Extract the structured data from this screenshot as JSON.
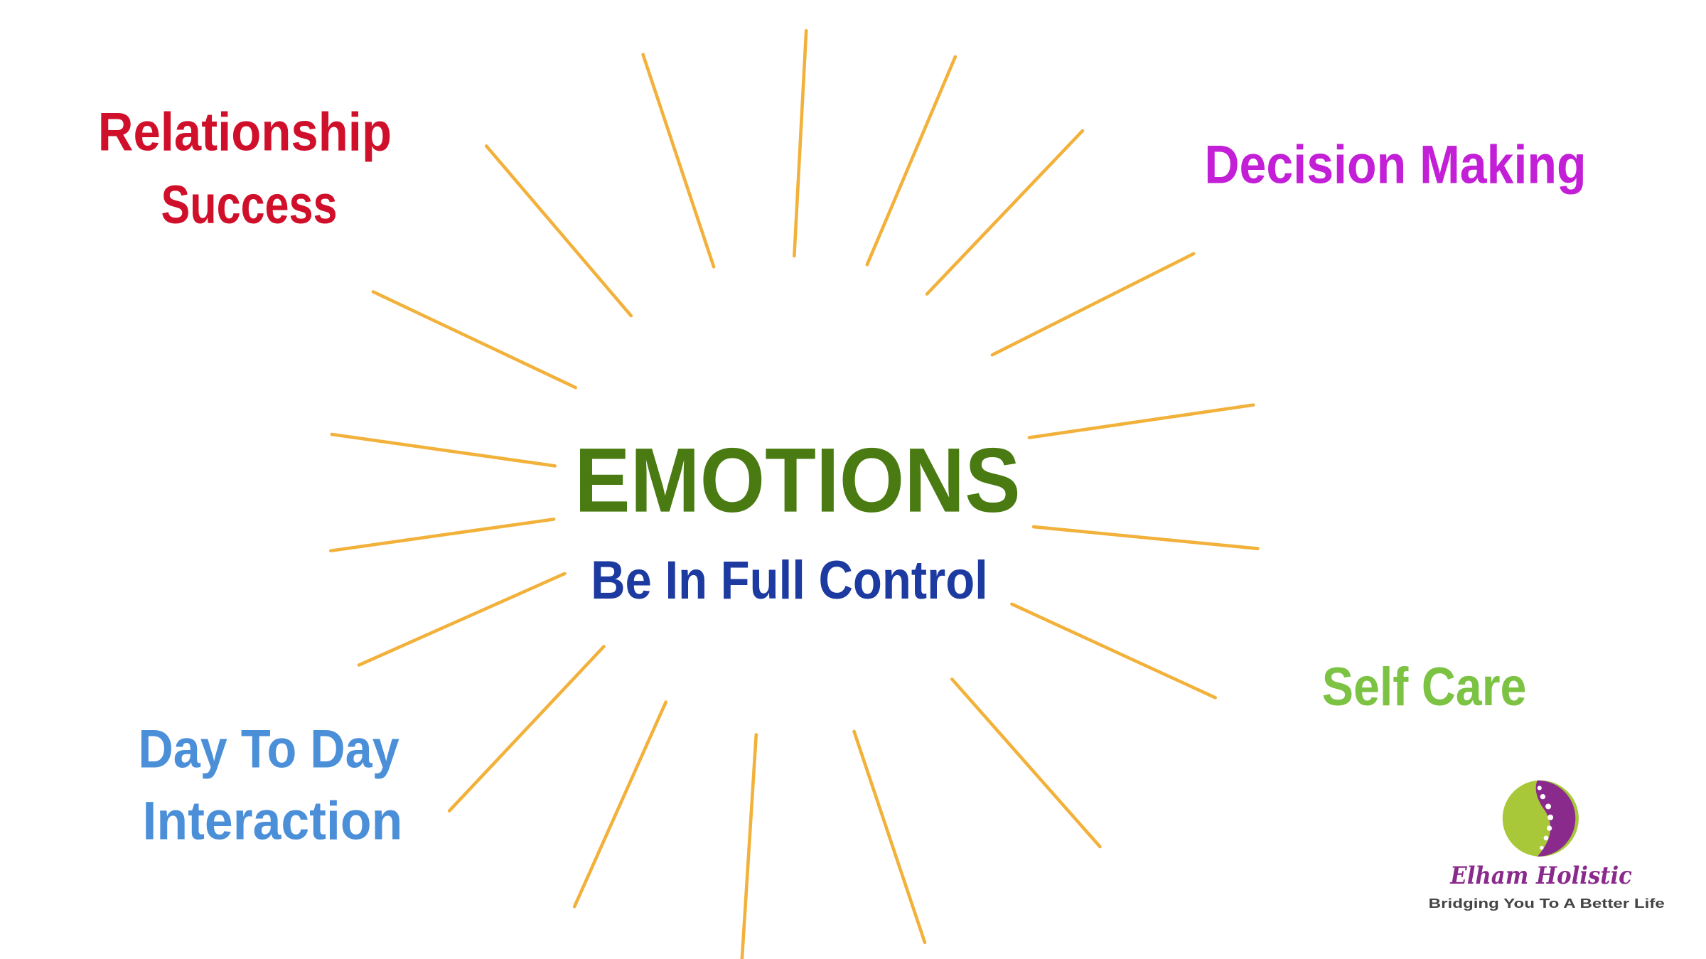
{
  "center": {
    "title": "EMOTIONS",
    "subtitle": "Be In Full Control"
  },
  "topics": {
    "relationship_line1": "Relationship",
    "relationship_line2": "Success",
    "decision": "Decision Making",
    "selfcare": "Self Care",
    "daytoday_line1": "Day To Day",
    "daytoday_line2": "Interaction"
  },
  "logo": {
    "name": "Elham Holistic",
    "tagline": "Bridging You To A Better Life"
  },
  "colors": {
    "ray": "#f2b13a",
    "title": "#4a7a12",
    "subtitle": "#1c3aa0",
    "relationship": "#d0102a",
    "decision": "#c21fd6",
    "selfcare": "#7cc243",
    "daytoday": "#4a8fd8",
    "logo_purple": "#8a2a8c",
    "logo_green": "#a8c83a"
  }
}
